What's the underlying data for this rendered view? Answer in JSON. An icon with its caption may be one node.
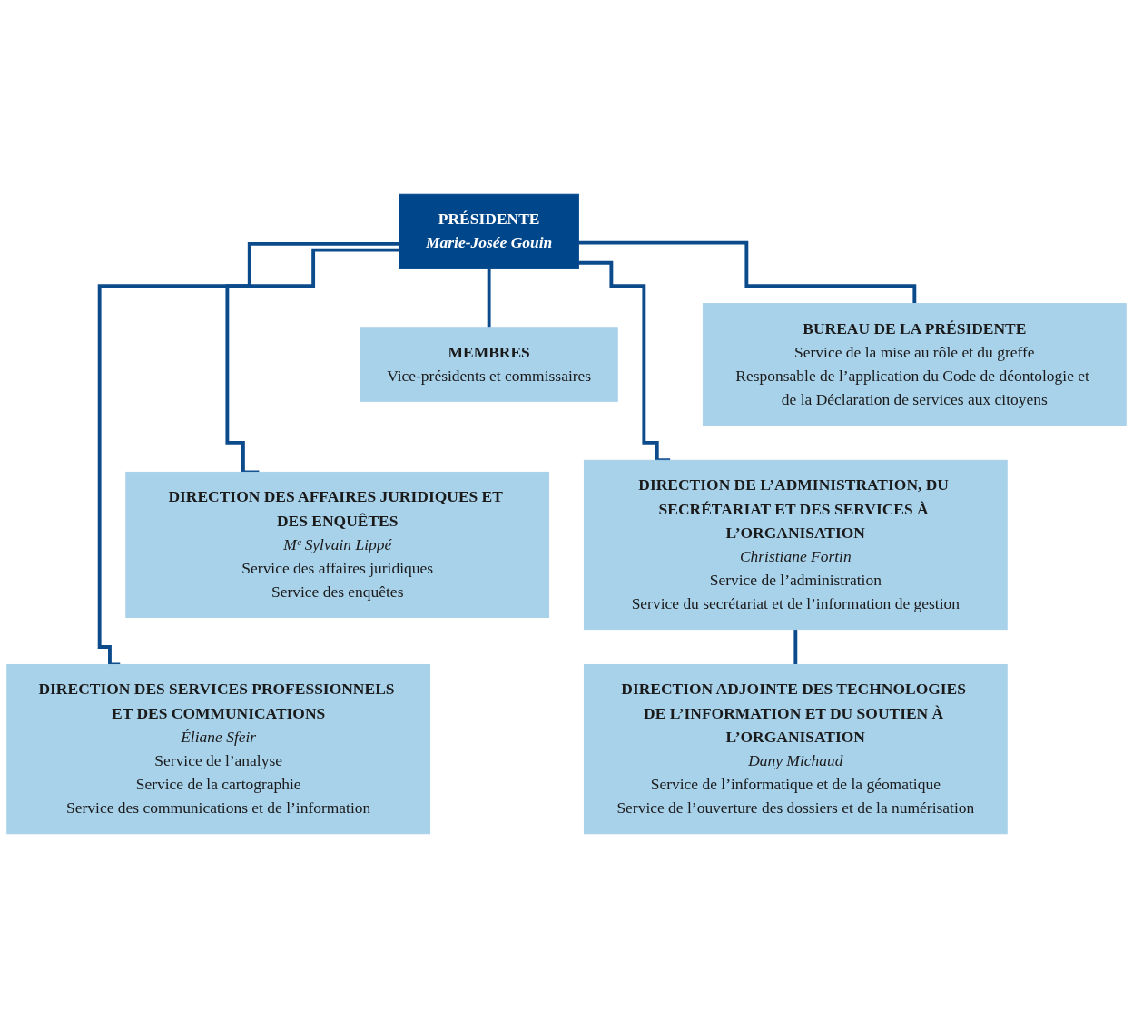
{
  "diagram": {
    "nodes": [
      {
        "text": [
          "PRÉSIDENTE",
          "Marie-Josée Gouin"
        ]
      },
      {
        "text": [
          "MEMBRES",
          "Vice-présidents et commissaires"
        ]
      },
      {
        "text": [
          "BUREAU DE LA PRÉSIDENTE",
          "Service de la mise au rôle et du greffe",
          "Responsable de l’application du Code de déontologie et de la Déclaration de services aux citoyens"
        ]
      },
      {
        "text": [
          "DIRECTION DES AFFAIRES JURIDIQUES ET DES ENQUÊTES",
          "Mᵉ Sylvain Lippé",
          "Service des affaires juridiques",
          "Service des enquêtes"
        ]
      },
      {
        "text": [
          "DIRECTION DE L’ADMINISTRATION, DU SECRÉTARIAT ET DES SERVICES À L’ORGANISATION",
          "Christiane Fortin",
          "Service de l’administration",
          "Service du secrétariat et de l’information de gestion"
        ]
      },
      {
        "text": [
          "DIRECTION DES SERVICES PROFESSIONNELS ET DES COMMUNICATIONS",
          "Éliane Sfeir",
          "Service de l’analyse",
          "Service de la cartographie",
          "Service des communications et de l’information"
        ]
      },
      {
        "text": [
          "DIRECTION ADJOINTE DES TECHNOLOGIES DE L’INFORMATION ET DU SOUTIEN À L’ORGANISATION",
          "Dany Michaud",
          "Service de l’informatique et de la géomatique",
          "Service de l’ouverture des dossiers et de la numérisation"
        ]
      }
    ],
    "edges": [
      {
        "from": 0,
        "to": 1,
        "arrow": "none"
      },
      {
        "from": 0,
        "to": 2,
        "arrow": "none"
      },
      {
        "from": 0,
        "to": 3,
        "arrow": "none"
      },
      {
        "from": 0,
        "to": 4,
        "arrow": "none"
      },
      {
        "from": 0,
        "to": 5,
        "arrow": "none"
      },
      {
        "from": 4,
        "to": 6,
        "arrow": "none"
      }
    ]
  }
}
